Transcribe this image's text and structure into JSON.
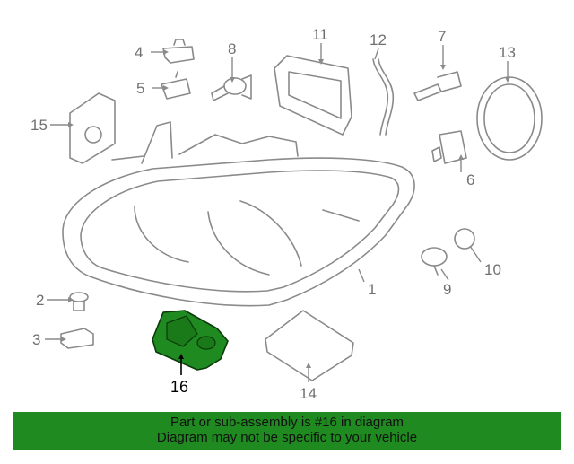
{
  "callouts": {
    "c1": "1",
    "c2": "2",
    "c3": "3",
    "c4": "4",
    "c5": "5",
    "c6": "6",
    "c7": "7",
    "c8": "8",
    "c9": "9",
    "c10": "10",
    "c11": "11",
    "c12": "12",
    "c13": "13",
    "c14": "14",
    "c15": "15",
    "c16": "16"
  },
  "highlight": {
    "part_number": "16",
    "color": "#1f8a1f"
  },
  "banner": {
    "line1": "Part or sub-assembly is #16 in diagram",
    "line2": "Diagram may not be specific to your vehicle",
    "background": "#1f8a1f"
  }
}
